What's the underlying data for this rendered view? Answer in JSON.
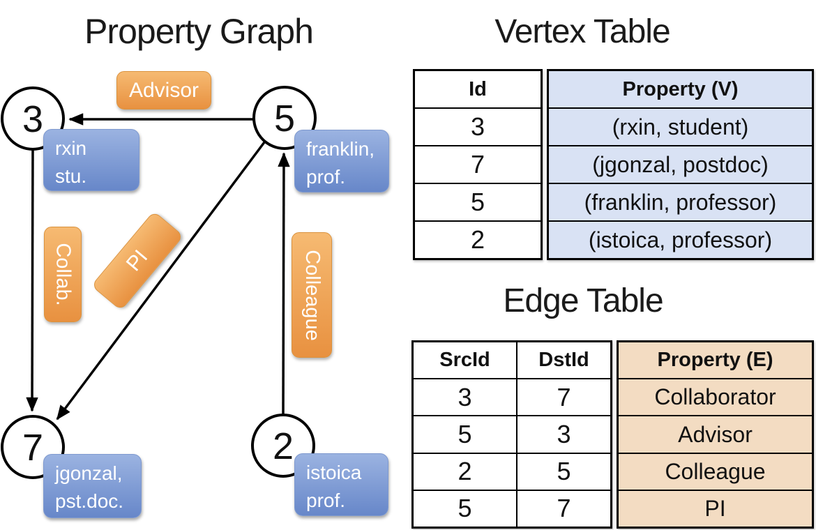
{
  "graph": {
    "title": "Property Graph",
    "vertices": {
      "v3": {
        "id": "3",
        "line1": "rxin",
        "line2": "stu."
      },
      "v5": {
        "id": "5",
        "line1": "franklin,",
        "line2": "prof."
      },
      "v7": {
        "id": "7",
        "line1": "jgonzal,",
        "line2": "pst.doc."
      },
      "v2": {
        "id": "2",
        "line1": "istoica",
        "line2": "prof."
      }
    },
    "edge_labels": {
      "advisor": "Advisor",
      "collab": "Collab.",
      "pi": "PI",
      "colleague": "Colleague"
    }
  },
  "vertex_table": {
    "title": "Vertex Table",
    "col_id": "Id",
    "col_property": "Property (V)",
    "rows": [
      {
        "id": "3",
        "property": "(rxin, student)"
      },
      {
        "id": "7",
        "property": "(jgonzal, postdoc)"
      },
      {
        "id": "5",
        "property": "(franklin, professor)"
      },
      {
        "id": "2",
        "property": "(istoica, professor)"
      }
    ]
  },
  "edge_table": {
    "title": "Edge Table",
    "col_src": "SrcId",
    "col_dst": "DstId",
    "col_property": "Property (E)",
    "rows": [
      {
        "src": "3",
        "dst": "7",
        "property": "Collaborator"
      },
      {
        "src": "5",
        "dst": "3",
        "property": "Advisor"
      },
      {
        "src": "2",
        "dst": "5",
        "property": "Colleague"
      },
      {
        "src": "5",
        "dst": "7",
        "property": "PI"
      }
    ]
  },
  "colors": {
    "edge_label_fill_top": "#F6BA72",
    "edge_label_fill_bottom": "#E89140",
    "vertex_label_fill_top": "#9BB3E1",
    "vertex_label_fill_bottom": "#6787C9",
    "vertex_table_fill": "#D9E2F4",
    "edge_table_fill": "#F3DCC2",
    "line_color": "#000000",
    "text_on_labels": "#FFFFFF"
  }
}
